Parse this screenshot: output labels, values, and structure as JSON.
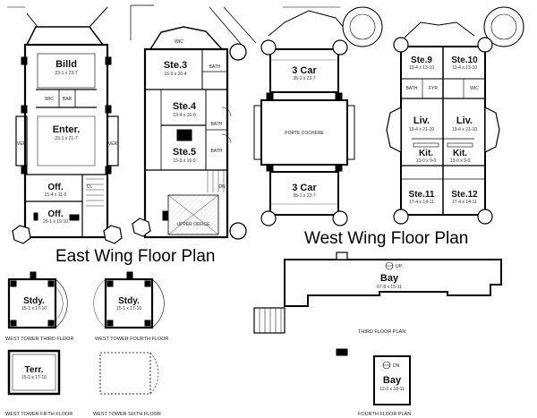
{
  "headings": {
    "east_wing": "East Wing Floor Plan",
    "west_wing": "West Wing Floor Plan",
    "third_floor": "THIRD FLOOR PLAN",
    "fourth_floor": "FOURTH FLOOR PLAN",
    "tower_third": "WEST TOWER THIRD FLOOR",
    "tower_fourth": "WEST TOWER FOURTH FLOOR",
    "tower_fifth": "WEST TOWER FIFTH FLOOR",
    "tower_sixth": "WEST TOWER SIXTH FLOOR"
  },
  "east_wing_a": {
    "billd": {
      "name": "Billd",
      "dim": "23-1 x 23-7"
    },
    "enter": {
      "name": "Enter.",
      "dim": "23-1 x 21-7"
    },
    "off1": {
      "name": "Off.",
      "dim": "15-4 x 11-0"
    },
    "off2": {
      "name": "Off.",
      "dim": "29-1 x 19-10"
    },
    "wic": "WIC",
    "bar": "BAR",
    "ver_left": "VER",
    "ver_right": "VER",
    "closet": "CL"
  },
  "east_wing_b": {
    "ste3": {
      "name": "Ste.3",
      "dim": "16-9 x 20-4"
    },
    "ste4": {
      "name": "Ste.4",
      "dim": "19-4 x 16-0"
    },
    "ste5": {
      "name": "Ste.5",
      "dim": "15-9 x 16-9"
    },
    "bath1": "BATH",
    "bath2": "BATH",
    "bath3": "BATH",
    "wic": "WIC",
    "dn": "DN",
    "upper_office": "UPPER OFFICE"
  },
  "west_wing_a": {
    "car1": {
      "name": "3 Car",
      "dim": "35-1 x 23-7"
    },
    "car2": {
      "name": "3 Car",
      "dim": "35-1 x 23-7"
    },
    "porte": "PORTE COCHERE"
  },
  "west_wing_b": {
    "ste9": {
      "name": "Ste.9",
      "dim": "13-4 x 13-10"
    },
    "ste10": {
      "name": "Ste.10",
      "dim": "13-4 x 13-10"
    },
    "liv1": {
      "name": "Liv.",
      "dim": "19-4 x 21-10"
    },
    "liv2": {
      "name": "Liv.",
      "dim": "19-4 x 21-10"
    },
    "kit1": {
      "name": "Kit.",
      "dim": "13-0 x 9-0"
    },
    "kit2": {
      "name": "Kit.",
      "dim": "13-0 x 9-0"
    },
    "ste11": {
      "name": "Ste.11",
      "dim": "17-4 x 14-11"
    },
    "ste12": {
      "name": "Ste.12",
      "dim": "17-4 x 14-11"
    },
    "bath": "BATH",
    "fyr": "FYR",
    "wic": "WIC"
  },
  "towers": {
    "stdy1": {
      "name": "Stdy.",
      "dim": "15-1 x 17-10"
    },
    "stdy2": {
      "name": "Stdy.",
      "dim": "15-1 x 17-10"
    },
    "terr": {
      "name": "Terr.",
      "dim": "15-1 x 17-10"
    }
  },
  "third_floor": {
    "name": "Bay",
    "dim": "67-8 x 15-11",
    "up": "UP"
  },
  "fourth_floor": {
    "name": "Bay",
    "dim": "12-0 x 18-11",
    "dn": "DN"
  }
}
